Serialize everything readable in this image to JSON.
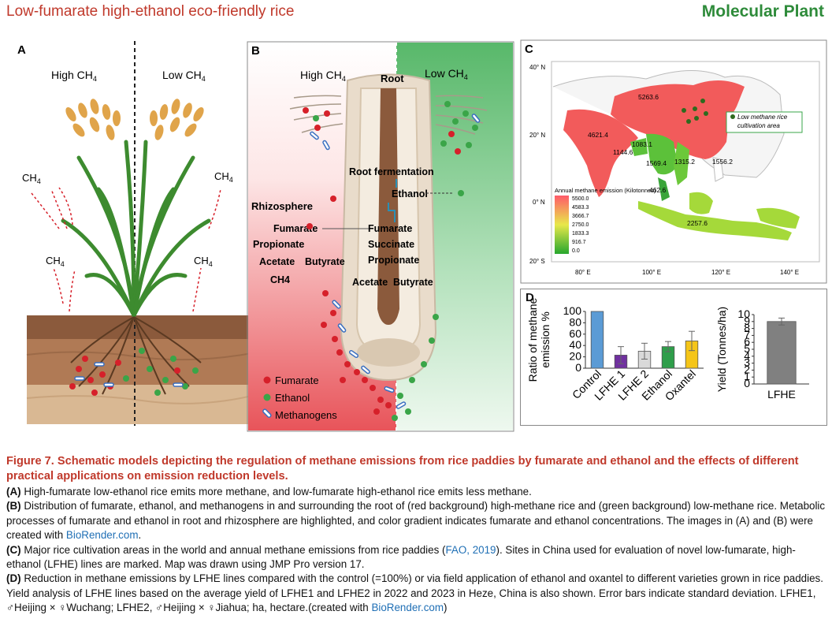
{
  "header": {
    "left_title": "Low-fumarate high-ethanol eco-friendly rice",
    "journal": "Molecular Plant"
  },
  "panelA": {
    "letter": "A",
    "high_label": "High CH",
    "low_label": "Low CH",
    "sub4": "4",
    "ch4": "CH",
    "colors": {
      "soil_top": "#8b5a3c",
      "soil_mid": "#b07a55",
      "soil_low": "#d9b893",
      "grain": "#e0a44a",
      "leaf": "#3d8b2f"
    }
  },
  "panelB": {
    "letter": "B",
    "high_label": "High CH",
    "low_label": "Low CH",
    "sub4": "4",
    "root": "Root",
    "root_fermentation": "Root fermentation",
    "ethanol": "Ethanol",
    "rhizosphere": "Rhizosphere",
    "left_pathway": [
      "Fumarate",
      "Propionate",
      "Acetate",
      "Butyrate",
      "CH4"
    ],
    "right_pathway": [
      "Fumarate",
      "Succinate",
      "Propionate",
      "Acetate",
      "Butyrate"
    ],
    "legend": [
      {
        "label": "Fumarate",
        "color": "#d6202a"
      },
      {
        "label": "Ethanol",
        "color": "#3aa548"
      },
      {
        "label": "Methanogens",
        "color": "#3a6fc0"
      }
    ]
  },
  "panelC": {
    "letter": "C",
    "lat_ticks": [
      "40° N",
      "20° N",
      "0° N",
      "20° S"
    ],
    "lon_ticks": [
      "80° E",
      "100° E",
      "120° E",
      "140° E"
    ],
    "values": [
      {
        "label": "5263.6",
        "color": "#f25b5b"
      },
      {
        "label": "4621.4",
        "color": "#f25b5b"
      },
      {
        "label": "1144.6",
        "color": "#ffffff"
      },
      {
        "label": "1083.1",
        "color": "#5cc13a"
      },
      {
        "label": "1569.4",
        "color": "#6cc83a"
      },
      {
        "label": "1315.2",
        "color": "#6cc83a"
      },
      {
        "label": "1556.2",
        "color": "#ffffff"
      },
      {
        "label": "462.6",
        "color": "#3aa53a"
      },
      {
        "label": "2257.6",
        "color": "#a5d93a"
      }
    ],
    "legend_callout": [
      "Low methane rice",
      "cultivation area"
    ],
    "scale_title": "Annual methane emission (Kilotonnes)",
    "scale_values": [
      "5500.0",
      "4583.3",
      "3666.7",
      "2750.0",
      "1833.3",
      "916.7",
      "0.0"
    ]
  },
  "chart_data": [
    {
      "type": "bar",
      "title": "",
      "ylabel": "Ratio of methane emission %",
      "xlabel": "",
      "categories": [
        "Control",
        "LFHE 1",
        "LFHE 2",
        "Ethanol",
        "Oxantel"
      ],
      "values": [
        100,
        23,
        30,
        38,
        48
      ],
      "errors": [
        0,
        15,
        14,
        9,
        17
      ],
      "colors": [
        "#5b9bd5",
        "#7030a0",
        "#d9d9d9",
        "#2e9e4a",
        "#f5c518"
      ],
      "ylim": [
        0,
        100
      ],
      "yticks": [
        0,
        10,
        20,
        30,
        40,
        50,
        60,
        70,
        80,
        90,
        100
      ]
    },
    {
      "type": "bar",
      "title": "",
      "ylabel": "Yield (Tonnes/ha)",
      "xlabel": "",
      "categories": [
        "LFHE"
      ],
      "values": [
        9.0
      ],
      "errors": [
        0.5
      ],
      "colors": [
        "#808080"
      ],
      "ylim": [
        0,
        10
      ],
      "yticks": [
        0,
        1,
        2,
        3,
        4,
        5,
        6,
        7,
        8,
        9,
        10
      ]
    }
  ],
  "panelD": {
    "letter": "D"
  },
  "caption": {
    "title": "Figure 7. Schematic models depicting the regulation of methane emissions from rice paddies by fumarate and ethanol and the effects of different practical applications on emission reduction levels.",
    "a": {
      "tag": "(A)",
      "text": " High-fumarate low-ethanol rice emits more methane, and low-fumarate high-ethanol rice emits less methane."
    },
    "b": {
      "tag": "(B)",
      "text": " Distribution of fumarate, ethanol, and methanogens in and surrounding the root of (red background) high-methane rice and (green background) low-methane rice. Metabolic processes of fumarate and ethanol in root and rhizosphere are highlighted, and color gradient indicates fumarate and ethanol concentrations. The images in (A) and (B) were created with ",
      "link": "BioRender.com",
      "end": "."
    },
    "c": {
      "tag": "(C)",
      "text": " Major rice cultivation areas in the world and annual methane emissions from rice paddies (",
      "link": "FAO, 2019",
      "end": "). Sites in China used for evaluation of novel low-fumarate, high-ethanol (LFHE) lines are marked. Map was drawn using JMP Pro version 17."
    },
    "d": {
      "tag": "(D)",
      "text": " Reduction in methane emissions by LFHE lines compared with the control (=100%) or via field application of ethanol and oxantel to different varieties grown in rice paddies. Yield analysis of LFHE lines based on the average yield of LFHE1 and LFHE2 in 2022 and 2023 in Heze, China is also shown. Error bars indicate standard deviation. LFHE1, ♂Heijing × ♀Wuchang; LFHE2, ♂Heijing × ♀Jiahua; ha, hectare.(created with ",
      "link": "BioRender.com",
      "end": ")"
    }
  }
}
